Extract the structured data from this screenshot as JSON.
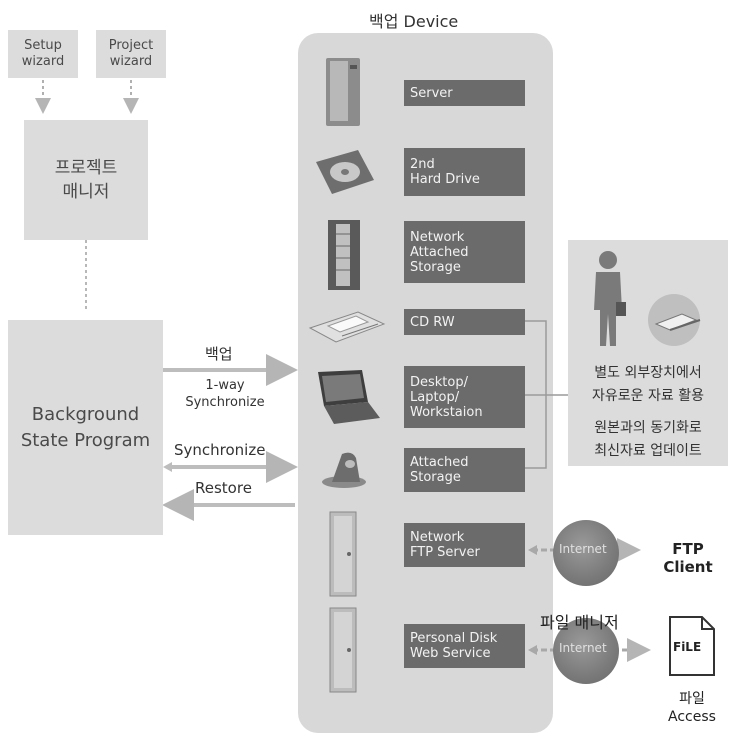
{
  "panel_title": "백업 Device",
  "left": {
    "setup_wizard": "Setup\nwizard",
    "project_wizard": "Project\nwizard",
    "project_manager": "프로젝트\n매니저",
    "background_program": "Background\nState Program"
  },
  "arrows": {
    "backup": "백업",
    "one_way": "1-way\nSynchronize",
    "synchronize": "Synchronize",
    "restore": "Restore"
  },
  "devices": [
    {
      "label": "Server",
      "icon": "server-icon"
    },
    {
      "label": "2nd\nHard Drive",
      "icon": "hard-drive-icon"
    },
    {
      "label": "Network\nAttached\nStorage",
      "icon": "nas-icon"
    },
    {
      "label": "CD RW",
      "icon": "cd-rw-icon"
    },
    {
      "label": "Desktop/\nLaptop/\nWorkstaion",
      "icon": "laptop-icon"
    },
    {
      "label": "Attached\nStorage",
      "icon": "attached-storage-icon"
    },
    {
      "label": "Network\nFTP Server",
      "icon": "ftp-server-icon"
    },
    {
      "label": "Personal Disk\nWeb Service",
      "icon": "web-service-icon"
    }
  ],
  "right_panel": {
    "line1": "별도 외부장치에서",
    "line2": "자유로운 자료 활용",
    "line3": "원본과의 동기화로",
    "line4": "최신자료 업데이트"
  },
  "internet_label": "Internet",
  "ftp_client": "FTP\nClient",
  "file_manager": "파일 매니저",
  "file_icon_text": "FiLE",
  "file_access": "파일\nAccess"
}
